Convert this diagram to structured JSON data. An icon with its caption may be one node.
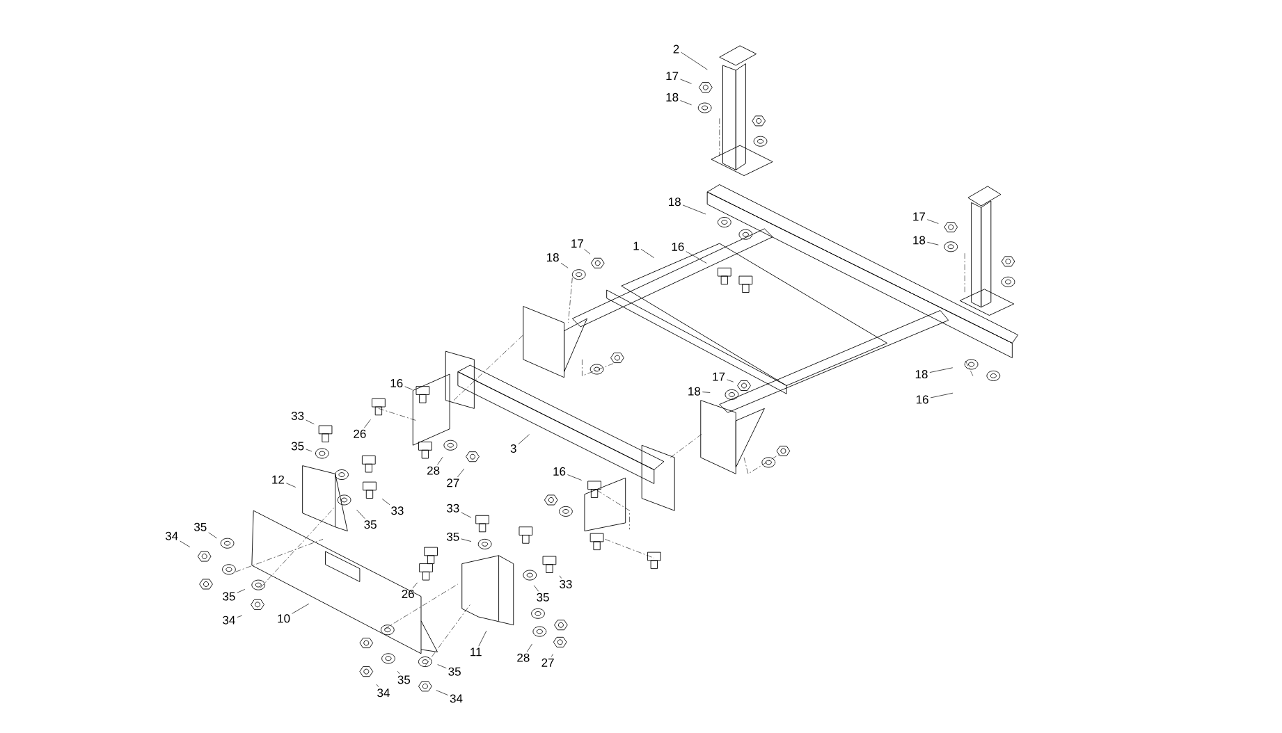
{
  "diagram": {
    "nodes": [
      {
        "text": [
          "2"
        ]
      },
      {
        "text": [
          "17"
        ]
      },
      {
        "text": [
          "18"
        ]
      },
      {
        "text": [
          "18"
        ]
      },
      {
        "text": [
          "17"
        ]
      },
      {
        "text": [
          "18"
        ]
      },
      {
        "text": [
          "1"
        ]
      },
      {
        "text": [
          "16"
        ]
      },
      {
        "text": [
          "17"
        ]
      },
      {
        "text": [
          "18"
        ]
      },
      {
        "text": [
          "16"
        ]
      },
      {
        "text": [
          "17"
        ]
      },
      {
        "text": [
          "18"
        ]
      },
      {
        "text": [
          "18"
        ]
      },
      {
        "text": [
          "16"
        ]
      },
      {
        "text": [
          "26"
        ]
      },
      {
        "text": [
          "33"
        ]
      },
      {
        "text": [
          "35"
        ]
      },
      {
        "text": [
          "3"
        ]
      },
      {
        "text": [
          "28"
        ]
      },
      {
        "text": [
          "27"
        ]
      },
      {
        "text": [
          "16"
        ]
      },
      {
        "text": [
          "12"
        ]
      },
      {
        "text": [
          "33"
        ]
      },
      {
        "text": [
          "35"
        ]
      },
      {
        "text": [
          "33"
        ]
      },
      {
        "text": [
          "35"
        ]
      },
      {
        "text": [
          "35"
        ]
      },
      {
        "text": [
          "34"
        ]
      },
      {
        "text": [
          "26"
        ]
      },
      {
        "text": [
          "33"
        ]
      },
      {
        "text": [
          "35"
        ]
      },
      {
        "text": [
          "35"
        ]
      },
      {
        "text": [
          "34"
        ]
      },
      {
        "text": [
          "10"
        ]
      },
      {
        "text": [
          "11"
        ]
      },
      {
        "text": [
          "28"
        ]
      },
      {
        "text": [
          "27"
        ]
      },
      {
        "text": [
          "35"
        ]
      },
      {
        "text": [
          "35"
        ]
      },
      {
        "text": [
          "34"
        ]
      },
      {
        "text": [
          "34"
        ]
      }
    ],
    "edges": [
      {
        "from": 0,
        "to": null,
        "arrow": "none"
      },
      {
        "from": 1,
        "to": null,
        "arrow": "none"
      },
      {
        "from": 2,
        "to": null,
        "arrow": "none"
      },
      {
        "from": 3,
        "to": null,
        "arrow": "none"
      },
      {
        "from": 4,
        "to": null,
        "arrow": "none"
      },
      {
        "from": 5,
        "to": null,
        "arrow": "none"
      },
      {
        "from": 6,
        "to": null,
        "arrow": "none"
      },
      {
        "from": 7,
        "to": null,
        "arrow": "none"
      },
      {
        "from": 8,
        "to": null,
        "arrow": "none"
      },
      {
        "from": 9,
        "to": null,
        "arrow": "none"
      },
      {
        "from": 10,
        "to": null,
        "arrow": "none"
      },
      {
        "from": 11,
        "to": null,
        "arrow": "none"
      },
      {
        "from": 12,
        "to": null,
        "arrow": "none"
      },
      {
        "from": 13,
        "to": null,
        "arrow": "none"
      },
      {
        "from": 14,
        "to": null,
        "arrow": "none"
      },
      {
        "from": 15,
        "to": null,
        "arrow": "none"
      },
      {
        "from": 16,
        "to": null,
        "arrow": "none"
      },
      {
        "from": 17,
        "to": null,
        "arrow": "none"
      },
      {
        "from": 18,
        "to": null,
        "arrow": "none"
      },
      {
        "from": 19,
        "to": null,
        "arrow": "none"
      },
      {
        "from": 20,
        "to": null,
        "arrow": "none"
      },
      {
        "from": 21,
        "to": null,
        "arrow": "none"
      },
      {
        "from": 22,
        "to": null,
        "arrow": "none"
      },
      {
        "from": 23,
        "to": null,
        "arrow": "none"
      },
      {
        "from": 24,
        "to": null,
        "arrow": "none"
      },
      {
        "from": 25,
        "to": null,
        "arrow": "none"
      },
      {
        "from": 26,
        "to": null,
        "arrow": "none"
      },
      {
        "from": 27,
        "to": null,
        "arrow": "none"
      },
      {
        "from": 28,
        "to": null,
        "arrow": "none"
      },
      {
        "from": 29,
        "to": null,
        "arrow": "none"
      },
      {
        "from": 30,
        "to": null,
        "arrow": "none"
      },
      {
        "from": 31,
        "to": null,
        "arrow": "none"
      },
      {
        "from": 32,
        "to": null,
        "arrow": "none"
      },
      {
        "from": 33,
        "to": null,
        "arrow": "none"
      },
      {
        "from": 34,
        "to": null,
        "arrow": "none"
      },
      {
        "from": 35,
        "to": null,
        "arrow": "none"
      },
      {
        "from": 36,
        "to": null,
        "arrow": "none"
      },
      {
        "from": 37,
        "to": null,
        "arrow": "none"
      },
      {
        "from": 38,
        "to": null,
        "arrow": "none"
      },
      {
        "from": 39,
        "to": null,
        "arrow": "none"
      },
      {
        "from": 40,
        "to": null,
        "arrow": "none"
      },
      {
        "from": 41,
        "to": null,
        "arrow": "none"
      }
    ]
  }
}
